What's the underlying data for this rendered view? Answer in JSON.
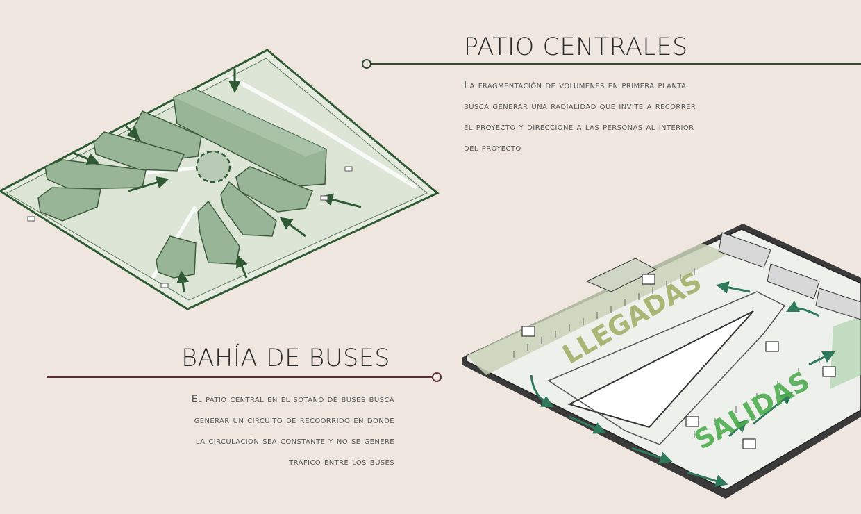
{
  "sections": {
    "top": {
      "title": "PATIO CENTRALES",
      "lines": [
        "La fragmentación de volumenes en primera planta",
        "busca generar una radialidad que invite a recorrer",
        "el proyecto y direccione a las personas al interior",
        "del proyecto"
      ]
    },
    "bottom": {
      "title": "BAHÍA DE BUSES",
      "lines": [
        "El patio central en el sótano de buses  busca",
        "generar un circuito de recoorrido en donde",
        "la circulación sea constante y no se genere",
        "tráfico entre los buses"
      ]
    }
  },
  "plan_labels": {
    "arrivals": "LLEGADAS",
    "departures": "SALIDAS"
  },
  "colors": {
    "background": "#efe7df",
    "building_green": "#8fae8f",
    "dark_green": "#2f5a34",
    "label_arrivals": "#a3b06a",
    "label_departures": "#4fae4f",
    "leader_line_top": "#2f4a2f",
    "leader_line_bottom": "#5a2e2e"
  }
}
